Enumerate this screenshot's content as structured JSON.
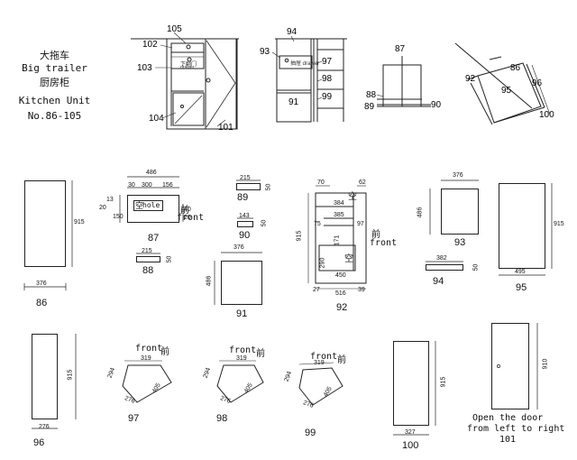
{
  "title": {
    "line1": "大拖车",
    "line2": "Big  trailer",
    "line3": "厨房柜",
    "line4": "Kitchen Unit",
    "line5": "No.86-105"
  },
  "callouts": [
    "105",
    "102",
    "103",
    "104",
    "101",
    "94",
    "93",
    "97",
    "98",
    "91",
    "99",
    "87",
    "88",
    "89",
    "90",
    "92",
    "86",
    "96",
    "95",
    "100"
  ],
  "part_numbers": {
    "p86": "86",
    "p87": "87",
    "p88": "88",
    "p89": "89",
    "p90": "90",
    "p91": "91",
    "p92": "92",
    "p93": "93",
    "p94": "94",
    "p95": "95",
    "p96": "96",
    "p97": "97",
    "p98": "98",
    "p99": "99",
    "p100": "100",
    "p101": "101"
  },
  "dims": {
    "p86": {
      "w": "376",
      "h": "915"
    },
    "p87": {
      "w": "486",
      "a": "30",
      "b": "300",
      "c": "156",
      "h1": "20",
      "h2": "13",
      "h3": "150",
      "h4": "40",
      "h5": "20",
      "hole": "hole",
      "kong": "空",
      "front_cn": "前",
      "front": "front"
    },
    "p88": {
      "w": "215",
      "h": "50"
    },
    "p89": {
      "w": "215",
      "h": "50"
    },
    "p90": {
      "w": "143",
      "h": "50"
    },
    "p91": {
      "w": "376",
      "h": "486"
    },
    "p92": {
      "top_l": "70",
      "top_r": "62",
      "h": "915",
      "d1": "384",
      "d2": "385",
      "d3": "171",
      "d4": "290",
      "d5": "450",
      "d6": "75",
      "d7": "97",
      "bot_l": "27",
      "bot_m": "516",
      "bot_r": "39",
      "kong": "空",
      "front_cn": "前",
      "front": "front"
    },
    "p93": {
      "w": "376",
      "h": "486"
    },
    "p94": {
      "w": "382",
      "h": "50"
    },
    "p95": {
      "w": "495",
      "h": "915"
    },
    "p96": {
      "w": "276",
      "h": "915"
    },
    "p97": {
      "front": "front",
      "front_cn": "前",
      "top": "319",
      "left": "294",
      "diag": "405",
      "bottom": "276"
    },
    "p98": {
      "front": "front",
      "front_cn": "前",
      "top": "319",
      "left": "294",
      "diag": "405",
      "bottom": "276"
    },
    "p99": {
      "front": "front",
      "front_cn": "前",
      "top": "319",
      "left": "294",
      "diag": "405",
      "bottom": "276"
    },
    "p100": {
      "w": "327",
      "h": "915"
    },
    "p101": {
      "h": "910"
    }
  },
  "unit_labels": {
    "drawer_103": "下翻门",
    "drawer_103_en": "drawer",
    "drawer_97": "抽屉 drawer",
    "hole": "hole"
  },
  "note_101": {
    "line1": "Open the door",
    "line2": "from left to right",
    "line3": "101"
  }
}
